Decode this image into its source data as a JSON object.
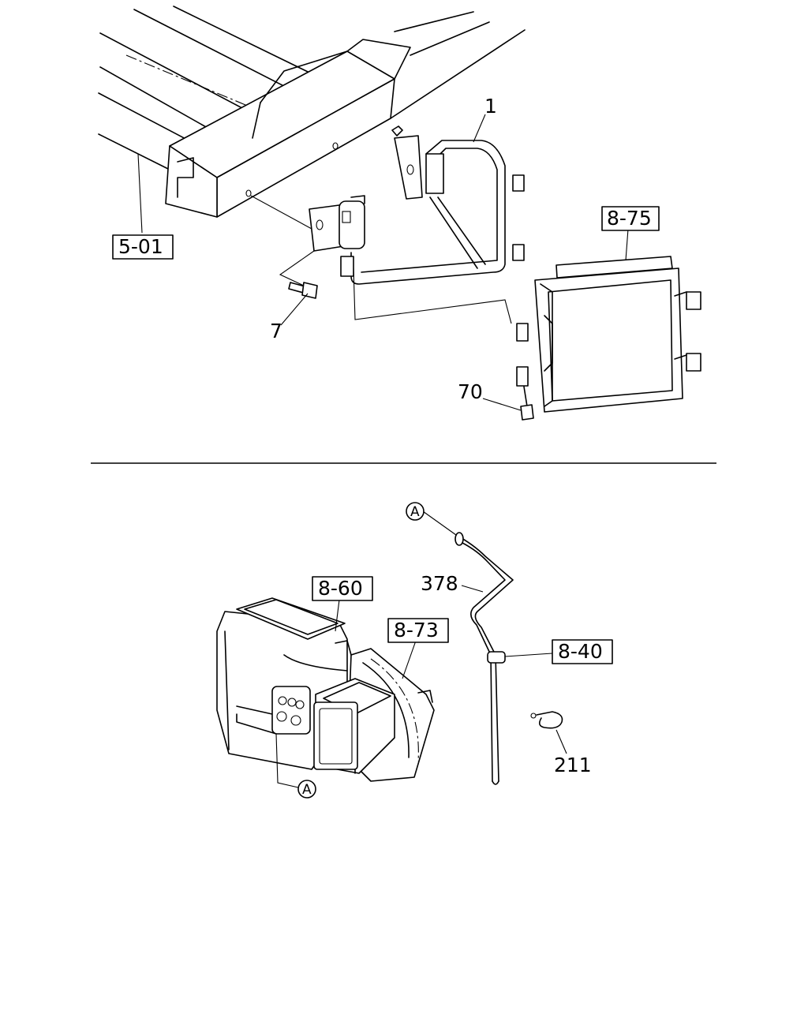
{
  "labels": {
    "frame_ref": "5-01",
    "pipe_ref": "1",
    "bolt_ref": "7",
    "condenser_ref": "8-75",
    "nut_ref": "70",
    "heater_ref": "8-60",
    "blower_ref": "8-73",
    "hose_ref": "378",
    "grommet_ref": "8-40",
    "clip_ref": "211",
    "connector_a_top": "A",
    "connector_a_bottom": "A"
  }
}
